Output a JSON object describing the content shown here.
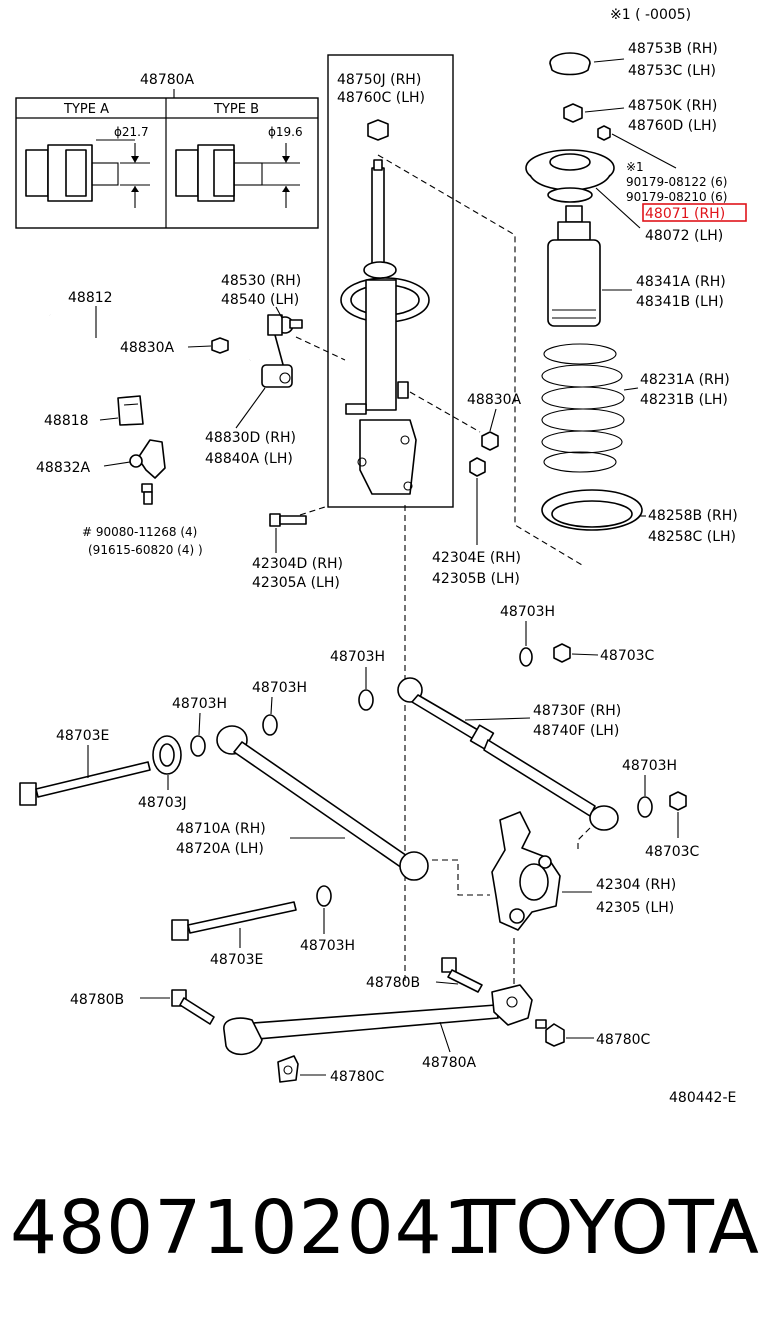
{
  "header_note": "※1 (      -0005)",
  "diagram_code": "480442-E",
  "footer": {
    "part_number": "4807102041",
    "brand": "TOYOTA"
  },
  "type_box": {
    "title": "48780A",
    "type_a": "TYPE A",
    "type_b": "TYPE B",
    "dim_a": "ϕ21.7",
    "dim_b": "ϕ19.6"
  },
  "labels": {
    "l48812": "48812",
    "l48830A_left": "48830A",
    "l48818": "48818",
    "l48832A": "48832A",
    "l90080": "# 90080-11268 (4)",
    "l91615": "(91615-60820 (4) )",
    "l48530": "48530 (RH)",
    "l48540": "48540 (LH)",
    "l48830D": "48830D (RH)",
    "l48840A": "48840A (LH)",
    "l48750J": "48750J (RH)",
    "l48760C": "48760C (LH)",
    "l48830A_mid": "48830A",
    "l42304D": "42304D (RH)",
    "l42305A": "42305A (LH)",
    "l42304E": "42304E (RH)",
    "l42305B": "42305B (LH)",
    "l48753B": "48753B (RH)",
    "l48753C": "48753C (LH)",
    "l48750K": "48750K (RH)",
    "l48760D": "48760D (LH)",
    "l_note1": "※1",
    "l90179a": "90179-08122 (6)",
    "l90179b": "90179-08210 (6)",
    "l48071": "48071 (RH)",
    "l48072": "48072 (LH)",
    "l48341A": "48341A (RH)",
    "l48341B": "48341B (LH)",
    "l48231A": "48231A (RH)",
    "l48231B": "48231B (LH)",
    "l48258B": "48258B (RH)",
    "l48258C": "48258C (LH)",
    "l48703H_a": "48703H",
    "l48703C_a": "48703C",
    "l48703H_b": "48703H",
    "l48730F": "48730F (RH)",
    "l48740F": "48740F (LH)",
    "l48703H_c": "48703H",
    "l48703H_d": "48703H",
    "l48703E_a": "48703E",
    "l48703J": "48703J",
    "l48703H_e": "48703H",
    "l48703C_b": "48703C",
    "l48710A": "48710A (RH)",
    "l48720A": "48720A (LH)",
    "l42304": "42304 (RH)",
    "l42305": "42305 (LH)",
    "l48703E_b": "48703E",
    "l48703H_f": "48703H",
    "l48780B_a": "48780B",
    "l48780B_b": "48780B",
    "l48780C_a": "48780C",
    "l48780A": "48780A",
    "l48780C_b": "48780C"
  },
  "colors": {
    "highlight": "#e0141b",
    "ink": "#000000",
    "background": "#ffffff"
  }
}
